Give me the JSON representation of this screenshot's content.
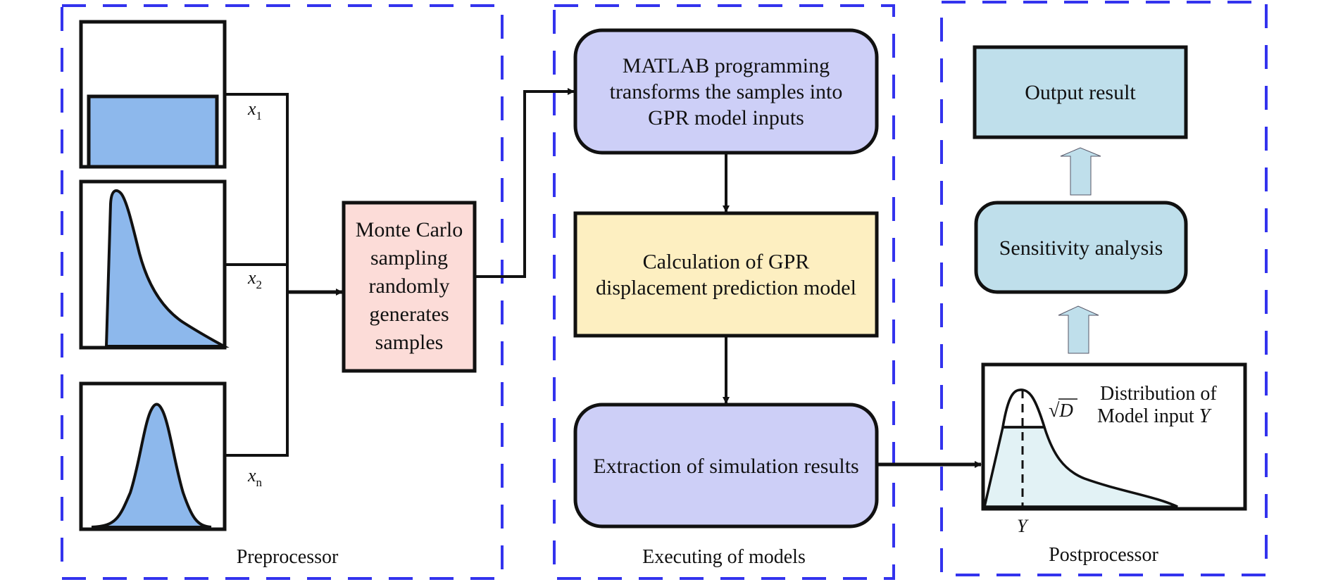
{
  "colors": {
    "dash_border": "#3333ee",
    "input_fill": "#8db8ec",
    "monte_carlo_fill": "#fcdcd8",
    "matlab_fill": "#cdcff7",
    "gpr_fill": "#fdefc1",
    "extraction_fill": "#cdcff7",
    "post_fill": "#bfdfeb",
    "distribution_fill": "#e2f2f5"
  },
  "sections": {
    "preprocessor": "Preprocessor",
    "executing": "Executing of models",
    "postprocessor": "Postprocessor"
  },
  "inputs": [
    {
      "var": "x",
      "sub": "1",
      "shape": "uniform"
    },
    {
      "var": "x",
      "sub": "2",
      "shape": "skewed"
    },
    {
      "var": "x",
      "sub": "n",
      "shape": "normal"
    }
  ],
  "monte_carlo": [
    "Monte Carlo",
    "sampling",
    "randomly",
    "generates",
    "samples"
  ],
  "matlab": [
    "MATLAB programming",
    "transforms the samples into",
    "GPR model inputs"
  ],
  "gpr": [
    "Calculation of GPR",
    "displacement prediction model"
  ],
  "extraction": [
    "Extraction of simulation results"
  ],
  "sensitivity": "Sensitivity analysis",
  "output": "Output result",
  "distribution": {
    "title_line1": "Distribution of",
    "title_line2": "Model input ",
    "title_var": "Y",
    "sqrt_symbol": "√",
    "sqrt_var": "D",
    "axis_var": "Y"
  }
}
